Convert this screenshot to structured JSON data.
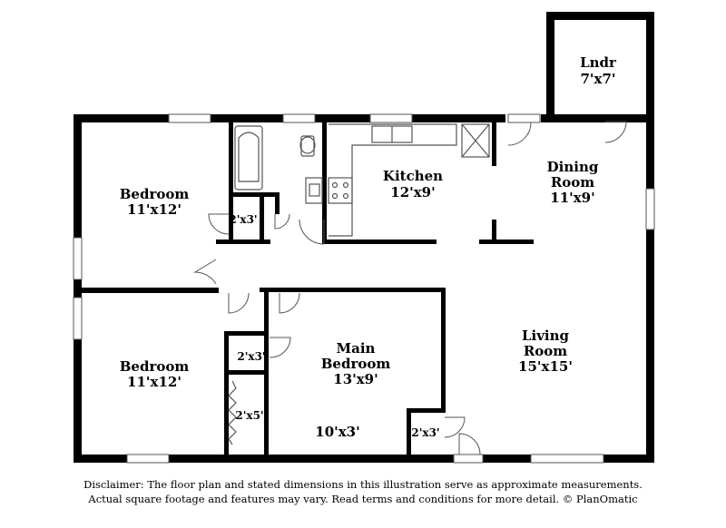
{
  "rooms": {
    "laundry": {
      "name": "Lndr",
      "size": "7'x7'"
    },
    "kitchen": {
      "name": "Kitchen",
      "size": "12'x9'"
    },
    "dining": {
      "name1": "Dining",
      "name2": "Room",
      "size": "11'x9'"
    },
    "bedroom_top": {
      "name": "Bedroom",
      "size": "11'x12'"
    },
    "bedroom_bottom": {
      "name": "Bedroom",
      "size": "11'x12'"
    },
    "main_bedroom": {
      "name1": "Main",
      "name2": "Bedroom",
      "size": "13'x9'"
    },
    "living": {
      "name1": "Living",
      "name2": "Room",
      "size": "15'x15'"
    }
  },
  "closets": {
    "hall_closet": "2'x3'",
    "bed_closet": "2'x3'",
    "bed_closet_long": "2'x5'",
    "main_closet": "2'x3'",
    "main_closet_wide": "10'x3'"
  },
  "disclaimer": {
    "line1": "Disclaimer: The floor plan and stated dimensions in this illustration serve as approximate measurements.",
    "line2": "Actual square footage and features may vary. Read terms and conditions for more detail. © PlanOmatic"
  }
}
